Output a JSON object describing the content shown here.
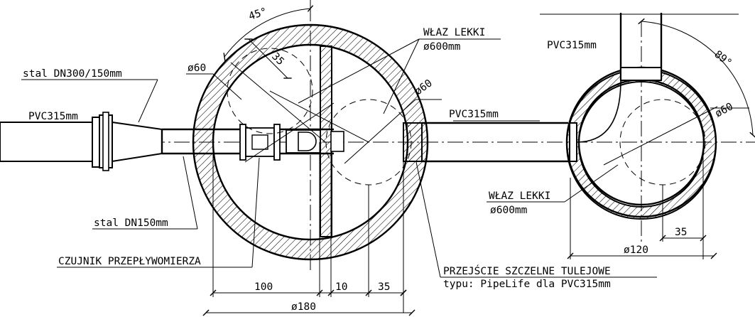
{
  "labels": {
    "pvc_left": "PVC315mm",
    "steel_reducer": "stal DN300/150mm",
    "steel_pipe": "stal DN150mm",
    "flow_sensor": "CZUJNIK PRZEPŁYWOMIERZA",
    "manhole_cover_1_line1": "WŁAZ LEKKI",
    "manhole_cover_1_line2": "ø600mm",
    "pvc_middle": "PVC315mm",
    "pvc_top": "PVC315mm",
    "manhole_cover_2_line1": "WŁAZ LEKKI",
    "manhole_cover_2_line2": "ø600mm",
    "seal_line1": "PRZEJŚCIE SZCZELNE TULEJOWE",
    "seal_line2": "typu: PipeLife dla PVC315mm"
  },
  "dimensions": {
    "angle_1": "45°",
    "d35_diag": "35",
    "d60_left": "ø60",
    "d60_mid": "ø60",
    "angle_2": "89°",
    "d60_right": "ø60",
    "d100": "100",
    "d10": "10",
    "d35_bottom": "35",
    "d180": "ø180",
    "d35_right": "35",
    "d120": "ø120"
  }
}
